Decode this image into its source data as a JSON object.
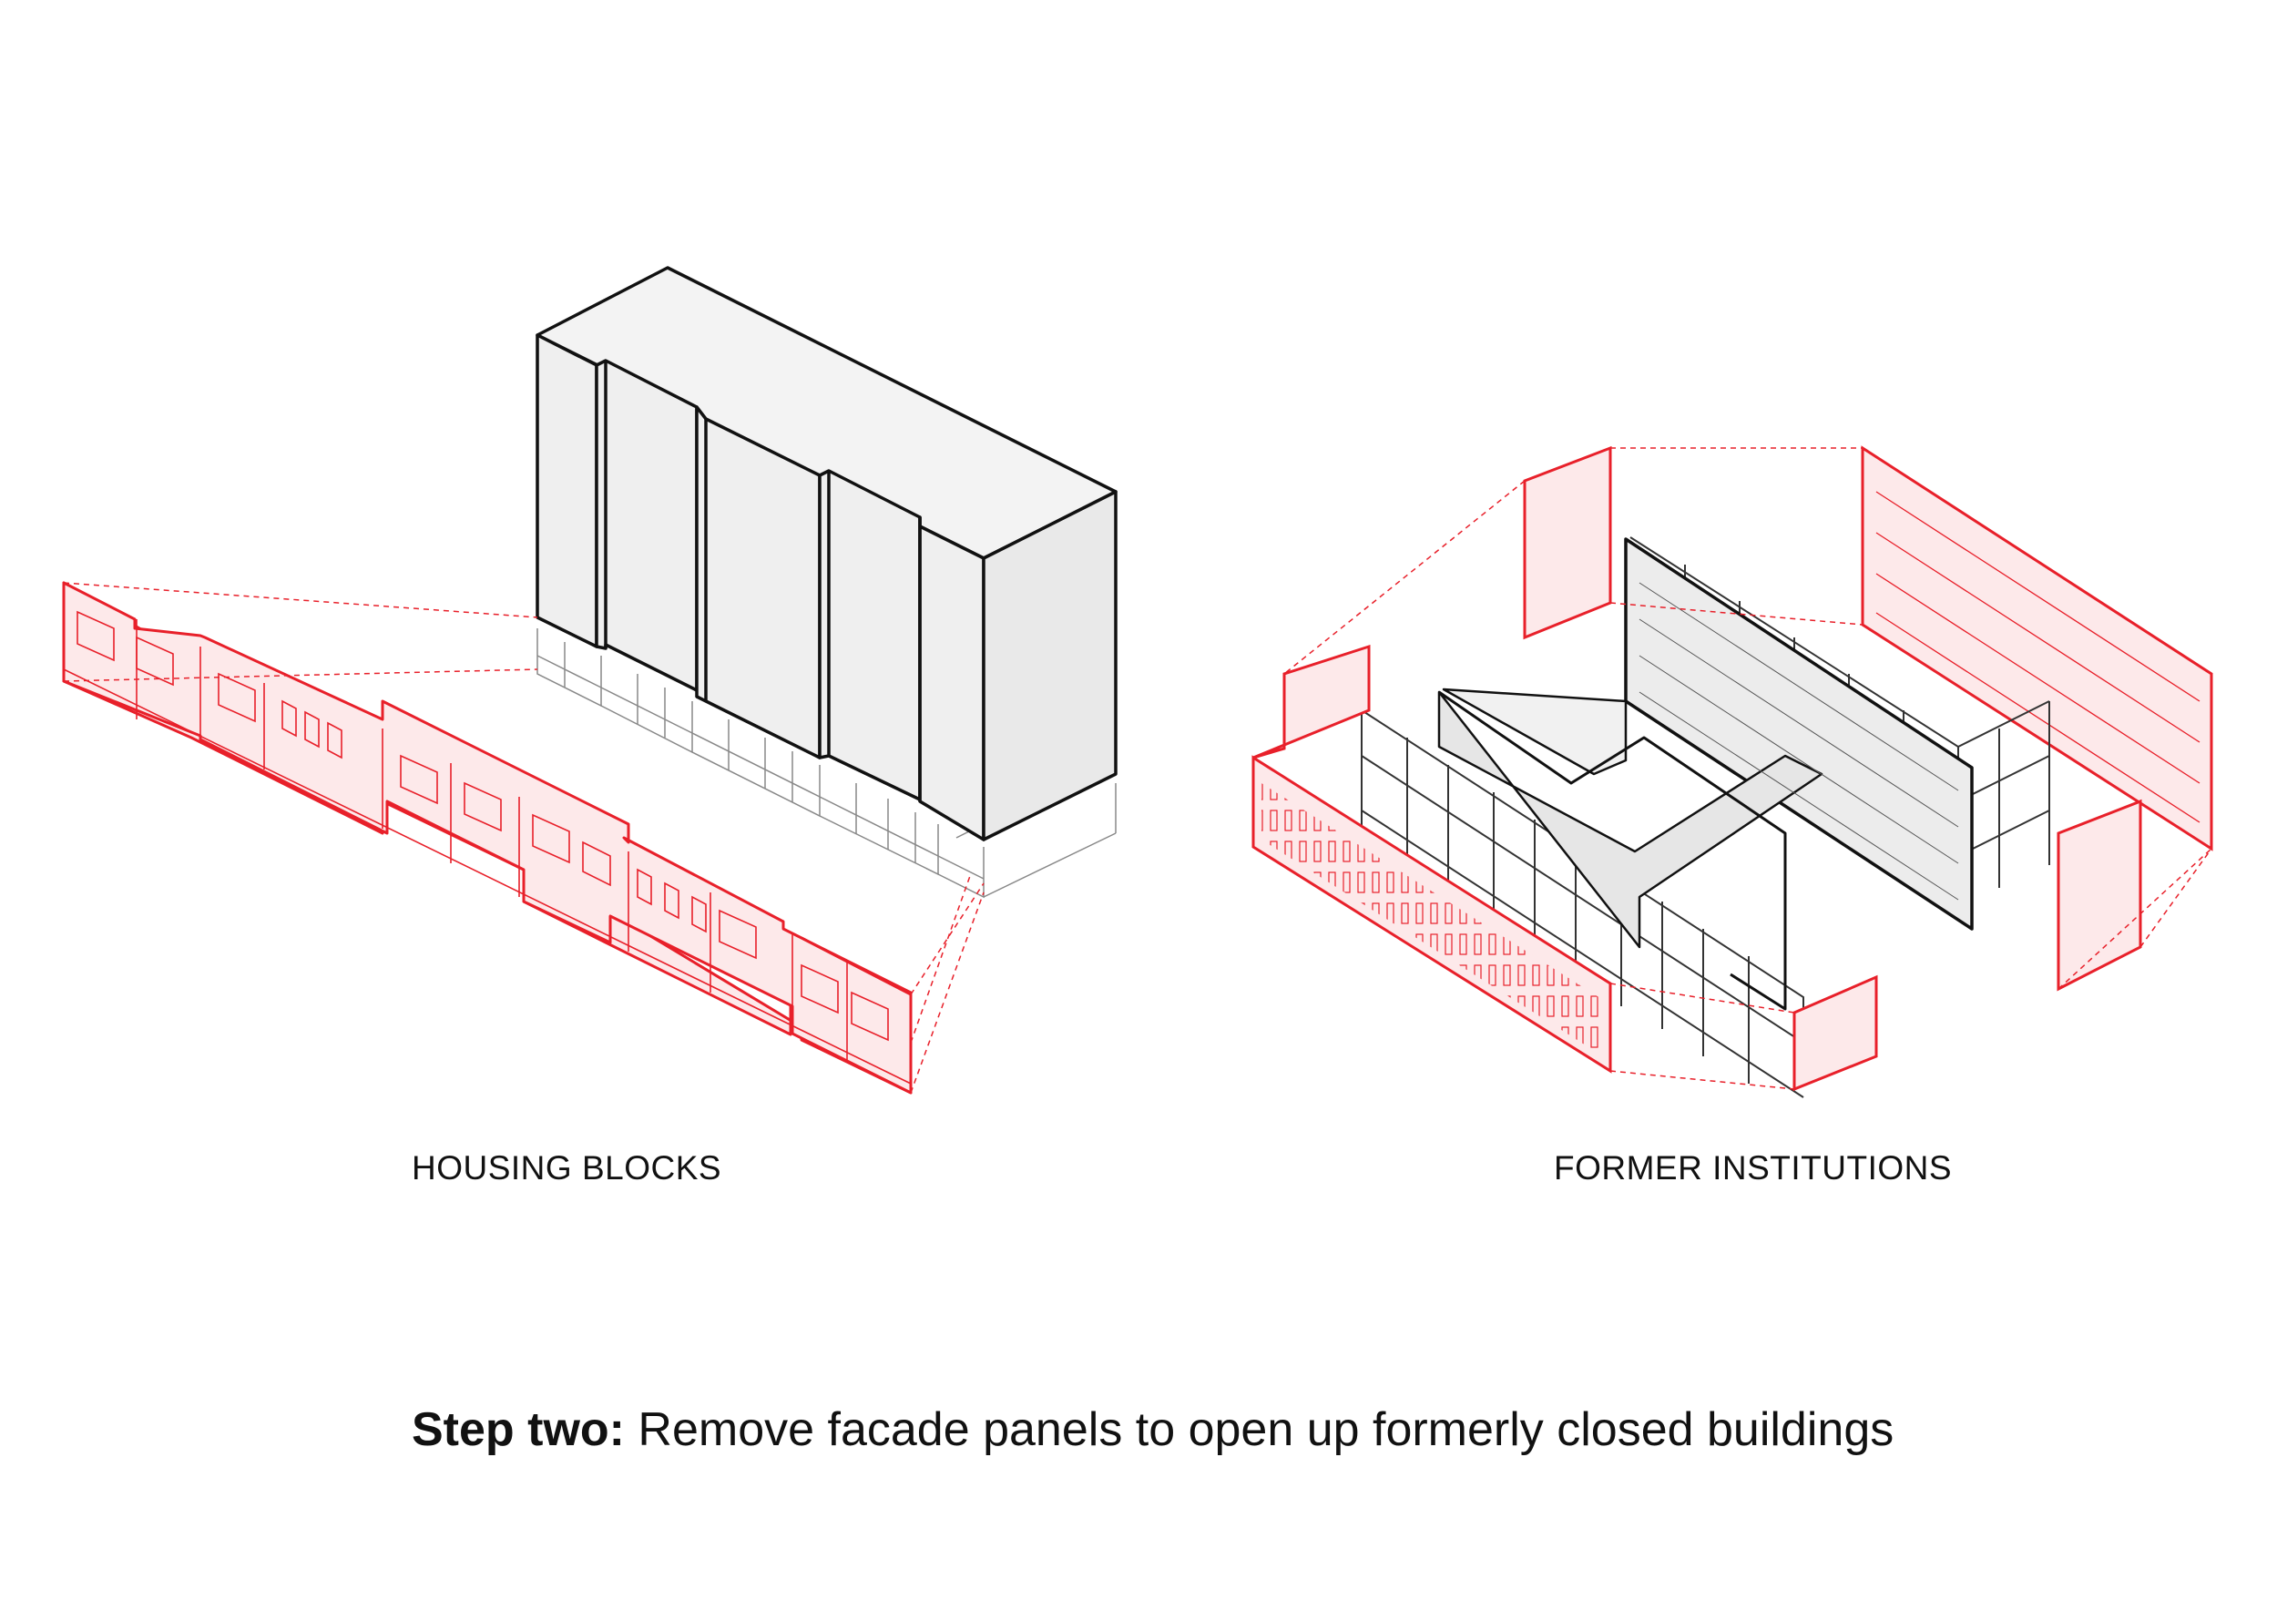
{
  "diagram": {
    "left_label": "HOUSING BLOCKS",
    "right_label": "FORMER INSTITUTIONS",
    "caption_bold": "Step two:",
    "caption_text": " Remove facade panels to open up formerly closed buildings"
  },
  "colors": {
    "accent_red": "#e8202a",
    "panel_fill": "#fde9ea",
    "block_fill": "#efefef",
    "line": "#111111"
  }
}
